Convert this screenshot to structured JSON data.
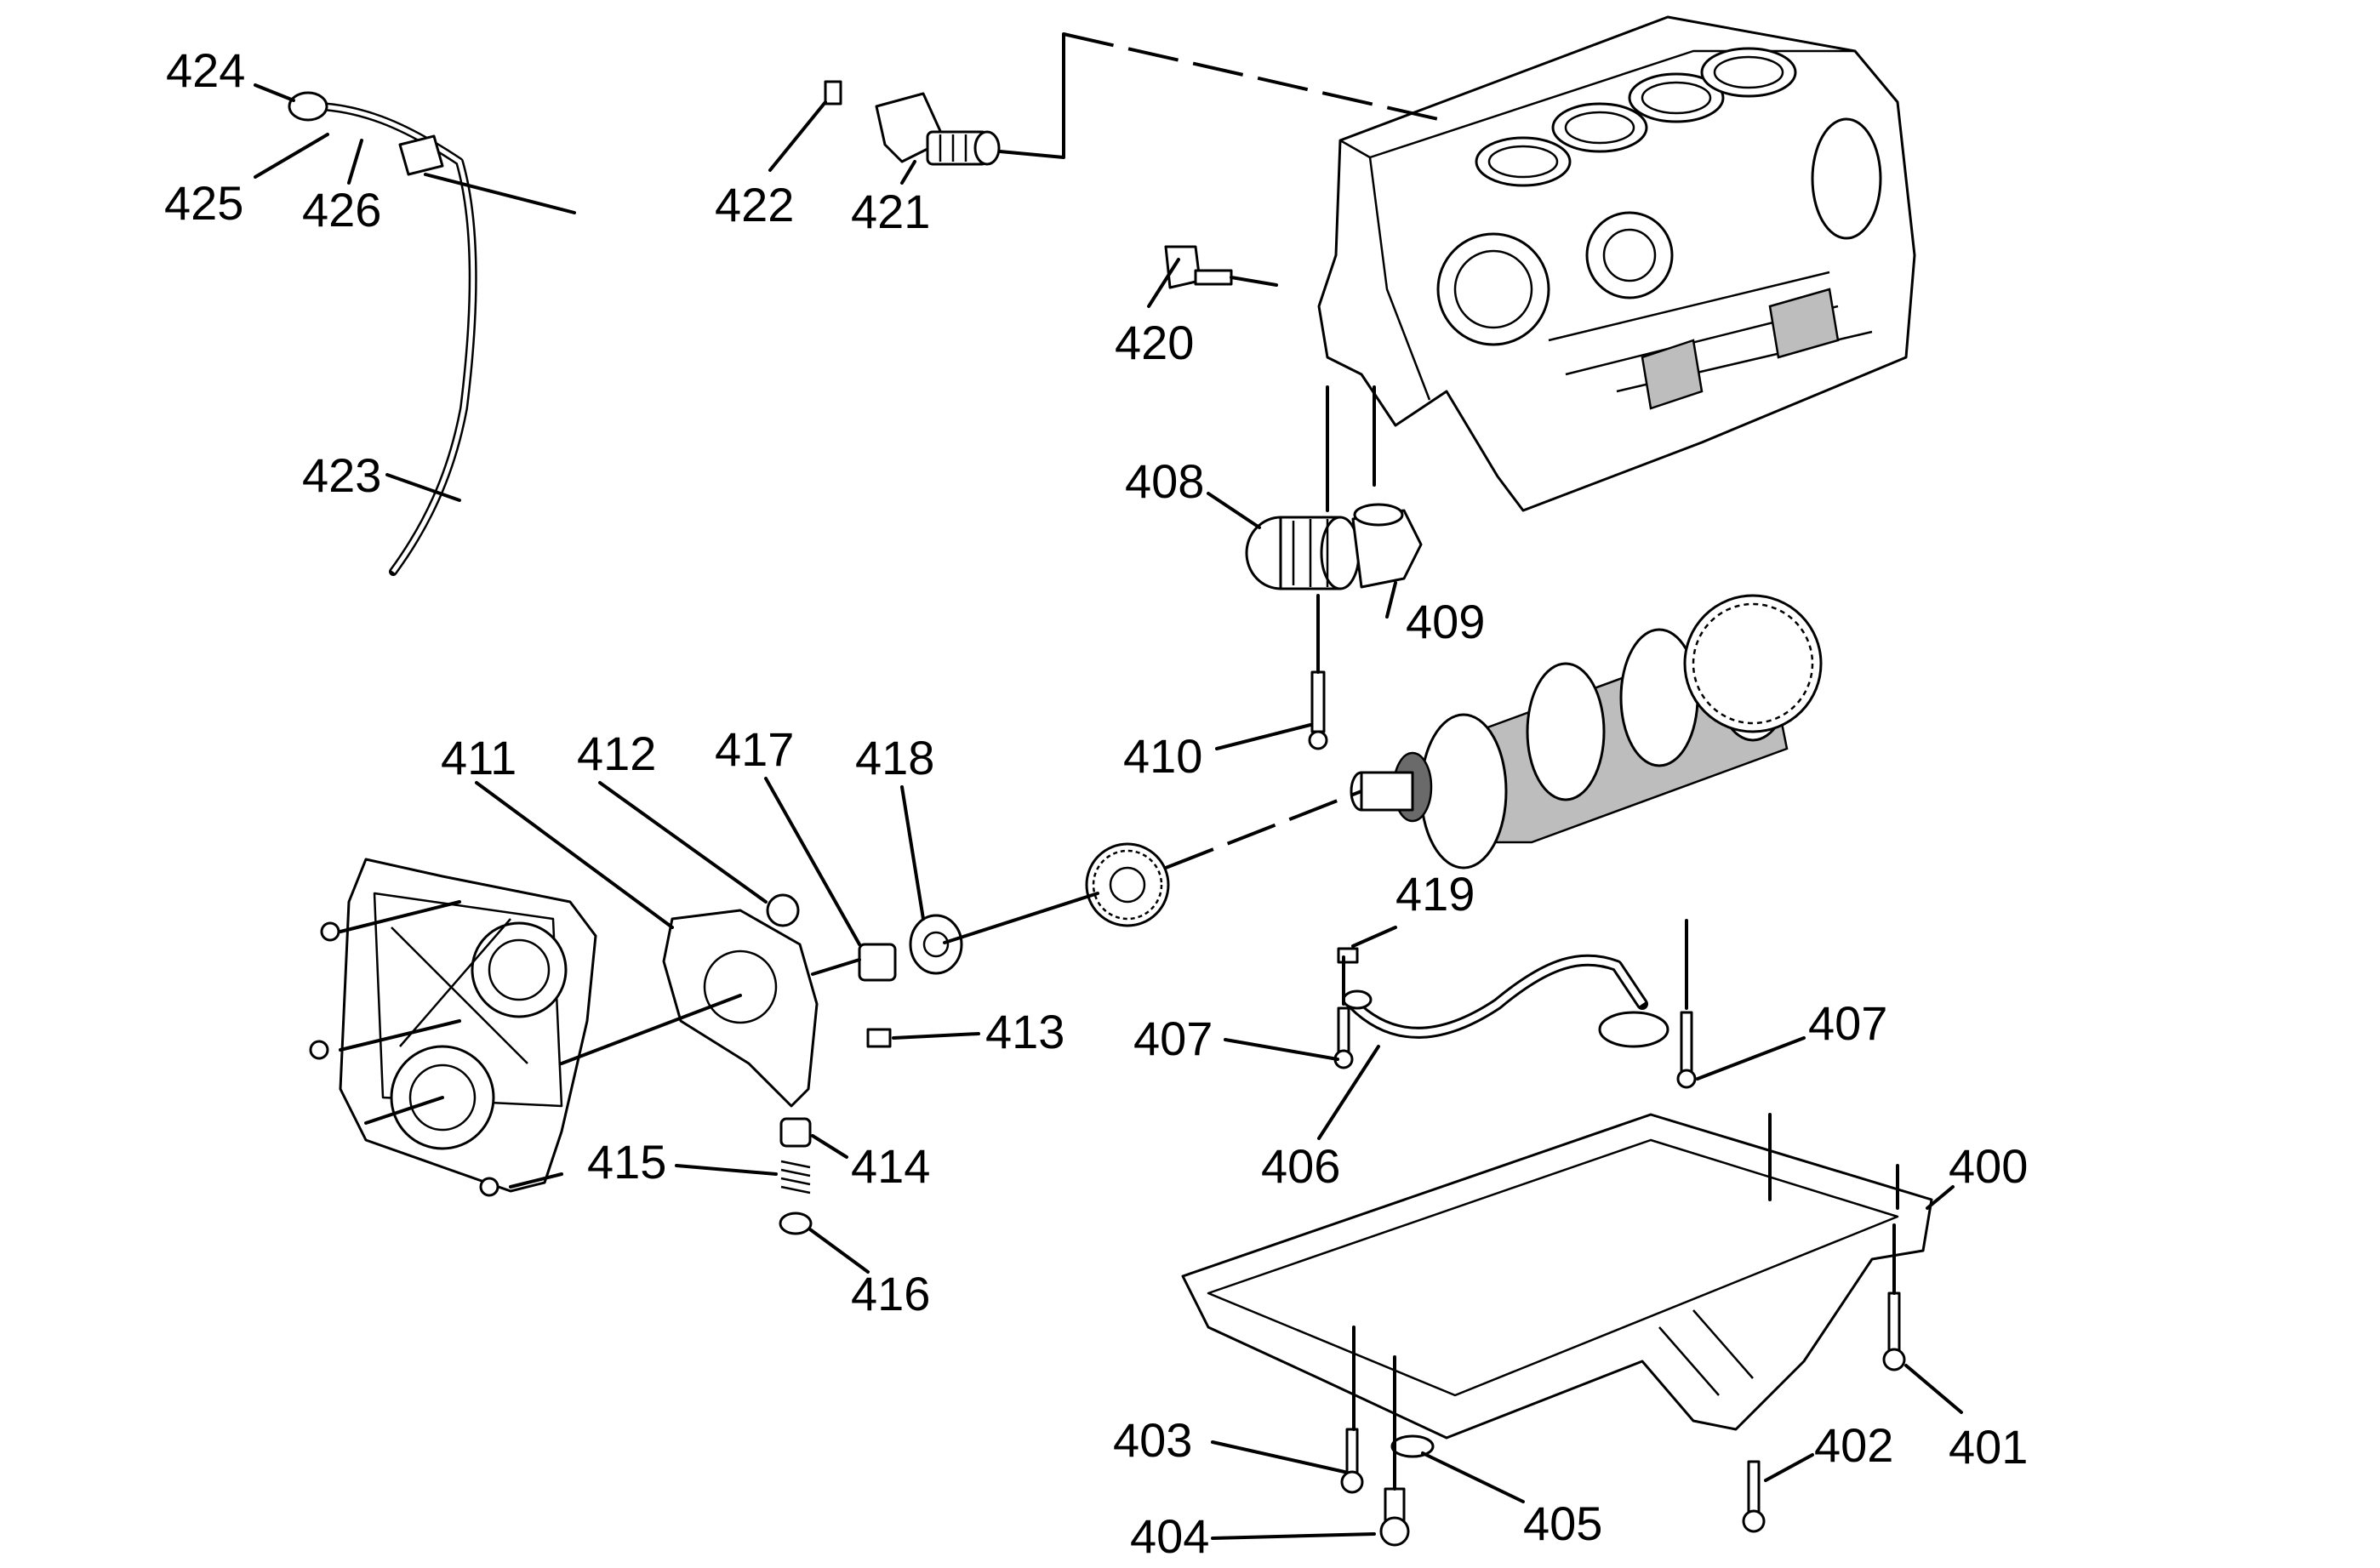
{
  "callouts": [
    {
      "id": "424",
      "label": "424"
    },
    {
      "id": "425",
      "label": "425"
    },
    {
      "id": "426",
      "label": "426"
    },
    {
      "id": "423",
      "label": "423"
    },
    {
      "id": "422",
      "label": "422"
    },
    {
      "id": "421",
      "label": "421"
    },
    {
      "id": "420",
      "label": "420"
    },
    {
      "id": "408",
      "label": "408"
    },
    {
      "id": "409",
      "label": "409"
    },
    {
      "id": "410",
      "label": "410"
    },
    {
      "id": "411",
      "label": "411"
    },
    {
      "id": "412",
      "label": "412"
    },
    {
      "id": "417",
      "label": "417"
    },
    {
      "id": "418",
      "label": "418"
    },
    {
      "id": "419",
      "label": "419"
    },
    {
      "id": "413",
      "label": "413"
    },
    {
      "id": "407a",
      "label": "407"
    },
    {
      "id": "407b",
      "label": "407"
    },
    {
      "id": "406",
      "label": "406"
    },
    {
      "id": "415",
      "label": "415"
    },
    {
      "id": "414",
      "label": "414"
    },
    {
      "id": "416",
      "label": "416"
    },
    {
      "id": "400",
      "label": "400"
    },
    {
      "id": "401",
      "label": "401"
    },
    {
      "id": "402",
      "label": "402"
    },
    {
      "id": "403",
      "label": "403"
    },
    {
      "id": "404",
      "label": "404"
    },
    {
      "id": "405",
      "label": "405"
    }
  ]
}
